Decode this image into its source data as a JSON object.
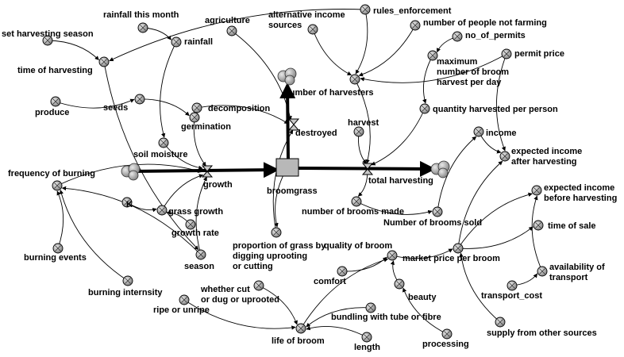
{
  "nodes": [
    {
      "id": "rainfall_this_month",
      "label": "rainfall this month",
      "kind": "aux"
    },
    {
      "id": "rainfall",
      "label": "rainfall",
      "kind": "aux"
    },
    {
      "id": "agriculture",
      "label": "agriculture",
      "kind": "aux"
    },
    {
      "id": "alternative_income",
      "label": "alternative income\nsources",
      "kind": "aux"
    },
    {
      "id": "rules_enforcement",
      "label": "rules_enforcement",
      "kind": "aux"
    },
    {
      "id": "people_not_farming",
      "label": "number of people not farming",
      "kind": "aux"
    },
    {
      "id": "no_of_permits",
      "label": "no_of_permits",
      "kind": "aux"
    },
    {
      "id": "set_harvesting_season",
      "label": "set harvesting season",
      "kind": "aux"
    },
    {
      "id": "maximum_brooms",
      "label": "maximum\nnumber of broom\nharvest per day",
      "kind": "aux"
    },
    {
      "id": "permit_price",
      "label": "permit price",
      "kind": "aux"
    },
    {
      "id": "time_of_harvesting",
      "label": "time of harvesting",
      "kind": "aux"
    },
    {
      "id": "number_of_harvesters",
      "label": "number of harvesters",
      "kind": "aux"
    },
    {
      "id": "produce",
      "label": "produce",
      "kind": "aux"
    },
    {
      "id": "seeds",
      "label": "seeds",
      "kind": "aux"
    },
    {
      "id": "decomposition",
      "label": "decomposition",
      "kind": "aux"
    },
    {
      "id": "quantity_harvested",
      "label": "quantity harvested per person",
      "kind": "aux"
    },
    {
      "id": "germination",
      "label": "germination",
      "kind": "aux"
    },
    {
      "id": "harvest",
      "label": "harvest",
      "kind": "aux"
    },
    {
      "id": "destroyed",
      "label": "destroyed",
      "kind": "flow"
    },
    {
      "id": "income",
      "label": "income",
      "kind": "aux"
    },
    {
      "id": "soil_moisture",
      "label": "soil moisture",
      "kind": "aux"
    },
    {
      "id": "expected_income_after",
      "label": "expected income\nafter harvesting",
      "kind": "aux"
    },
    {
      "id": "frequency_of_burning",
      "label": "frequency of burning",
      "kind": "aux"
    },
    {
      "id": "growth",
      "label": "growth",
      "kind": "flow"
    },
    {
      "id": "broomgrass",
      "label": "broomgrass",
      "kind": "stock"
    },
    {
      "id": "total_harvesting",
      "label": "total harvesting",
      "kind": "flow"
    },
    {
      "id": "expected_income_before",
      "label": "expected income\nbefore harvesting",
      "kind": "aux"
    },
    {
      "id": "k",
      "label": "K",
      "kind": "aux"
    },
    {
      "id": "grass_growth",
      "label": "grass growth",
      "kind": "aux"
    },
    {
      "id": "number_of_brooms_made",
      "label": "number of brooms made",
      "kind": "aux"
    },
    {
      "id": "number_of_brooms_sold",
      "label": "Number of brooms sold",
      "kind": "aux"
    },
    {
      "id": "growth_rate",
      "label": "growth rate",
      "kind": "aux"
    },
    {
      "id": "time_of_sale",
      "label": "time of sale",
      "kind": "aux"
    },
    {
      "id": "proportion_of_grass",
      "label": "proportion of grass by\ndigging uprooting\nor cutting",
      "kind": "aux"
    },
    {
      "id": "quality_of_broom",
      "label": "quality of broom",
      "kind": "aux"
    },
    {
      "id": "burning_events",
      "label": "burning events",
      "kind": "aux"
    },
    {
      "id": "season",
      "label": "season",
      "kind": "aux"
    },
    {
      "id": "market_price",
      "label": "market price per broom",
      "kind": "aux"
    },
    {
      "id": "availability_of_transport",
      "label": "availability of\ntransport",
      "kind": "aux"
    },
    {
      "id": "comfort",
      "label": "comfort",
      "kind": "aux"
    },
    {
      "id": "burning_intensity",
      "label": "burning internsity",
      "kind": "aux"
    },
    {
      "id": "whether_cut",
      "label": "whether cut\nor dug or uprooted",
      "kind": "aux"
    },
    {
      "id": "transport_cost",
      "label": "transport_cost",
      "kind": "aux"
    },
    {
      "id": "beauty",
      "label": "beauty",
      "kind": "aux"
    },
    {
      "id": "ripe_or_unripe",
      "label": "ripe or unripe",
      "kind": "aux"
    },
    {
      "id": "bundling",
      "label": "bundling with tube or fibre",
      "kind": "aux"
    },
    {
      "id": "supply_other_sources",
      "label": "supply from other sources",
      "kind": "aux"
    },
    {
      "id": "life_of_broom",
      "label": "life of broom",
      "kind": "aux"
    },
    {
      "id": "length",
      "label": "length",
      "kind": "aux"
    },
    {
      "id": "processing",
      "label": "processing",
      "kind": "aux"
    }
  ],
  "flows": [
    {
      "from": "growth",
      "to": "broomgrass"
    },
    {
      "from": "broomgrass",
      "to": "total_harvesting"
    },
    {
      "from": "broomgrass",
      "to": "destroyed"
    }
  ],
  "links": [
    {
      "from": "rainfall_this_month",
      "to": "rainfall"
    },
    {
      "from": "rainfall",
      "to": "soil_moisture"
    },
    {
      "from": "agriculture",
      "to": "destroyed"
    },
    {
      "from": "alternative_income",
      "to": "number_of_harvesters"
    },
    {
      "from": "rules_enforcement",
      "to": "number_of_harvesters"
    },
    {
      "from": "rules_enforcement",
      "to": "time_of_harvesting"
    },
    {
      "from": "people_not_farming",
      "to": "number_of_harvesters"
    },
    {
      "from": "no_of_permits",
      "to": "maximum_brooms"
    },
    {
      "from": "set_harvesting_season",
      "to": "time_of_harvesting"
    },
    {
      "from": "maximum_brooms",
      "to": "quantity_harvested"
    },
    {
      "from": "permit_price",
      "to": "number_of_harvesters"
    },
    {
      "from": "permit_price",
      "to": "expected_income_after"
    },
    {
      "from": "number_of_harvesters",
      "to": "total_harvesting"
    },
    {
      "from": "produce",
      "to": "seeds"
    },
    {
      "from": "seeds",
      "to": "germination"
    },
    {
      "from": "germination",
      "to": "growth"
    },
    {
      "from": "decomposition",
      "to": "destroyed"
    },
    {
      "from": "harvest",
      "to": "total_harvesting"
    },
    {
      "from": "quantity_harvested",
      "to": "total_harvesting"
    },
    {
      "from": "soil_moisture",
      "to": "growth"
    },
    {
      "from": "frequency_of_burning",
      "to": "growth"
    },
    {
      "from": "k",
      "to": "grass_growth"
    },
    {
      "from": "grass_growth",
      "to": "growth"
    },
    {
      "from": "growth_rate",
      "to": "grass_growth"
    },
    {
      "from": "total_harvesting",
      "to": "number_of_brooms_made"
    },
    {
      "from": "number_of_brooms_made",
      "to": "number_of_brooms_sold"
    },
    {
      "from": "number_of_brooms_sold",
      "to": "income"
    },
    {
      "from": "income",
      "to": "expected_income_after"
    },
    {
      "from": "market_price",
      "to": "expected_income_before"
    },
    {
      "from": "market_price",
      "to": "time_of_sale"
    },
    {
      "from": "market_price",
      "to": "expected_income_after"
    },
    {
      "from": "quality_of_broom",
      "to": "market_price"
    },
    {
      "from": "availability_of_transport",
      "to": "expected_income_before"
    },
    {
      "from": "transport_cost",
      "to": "availability_of_transport"
    },
    {
      "from": "supply_other_sources",
      "to": "market_price"
    },
    {
      "from": "comfort",
      "to": "quality_of_broom"
    },
    {
      "from": "beauty",
      "to": "quality_of_broom"
    },
    {
      "from": "bundling",
      "to": "life_of_broom"
    },
    {
      "from": "processing",
      "to": "beauty"
    },
    {
      "from": "length",
      "to": "life_of_broom"
    },
    {
      "from": "whether_cut",
      "to": "life_of_broom"
    },
    {
      "from": "ripe_or_unripe",
      "to": "life_of_broom"
    },
    {
      "from": "life_of_broom",
      "to": "quality_of_broom"
    },
    {
      "from": "burning_events",
      "to": "frequency_of_burning"
    },
    {
      "from": "burning_intensity",
      "to": "frequency_of_burning"
    },
    {
      "from": "season",
      "to": "frequency_of_burning"
    },
    {
      "from": "season",
      "to": "growth"
    },
    {
      "from": "time_of_harvesting",
      "to": "season"
    },
    {
      "from": "proportion_of_grass",
      "to": "destroyed"
    },
    {
      "from": "broomgrass",
      "to": "proportion_of_grass"
    }
  ]
}
